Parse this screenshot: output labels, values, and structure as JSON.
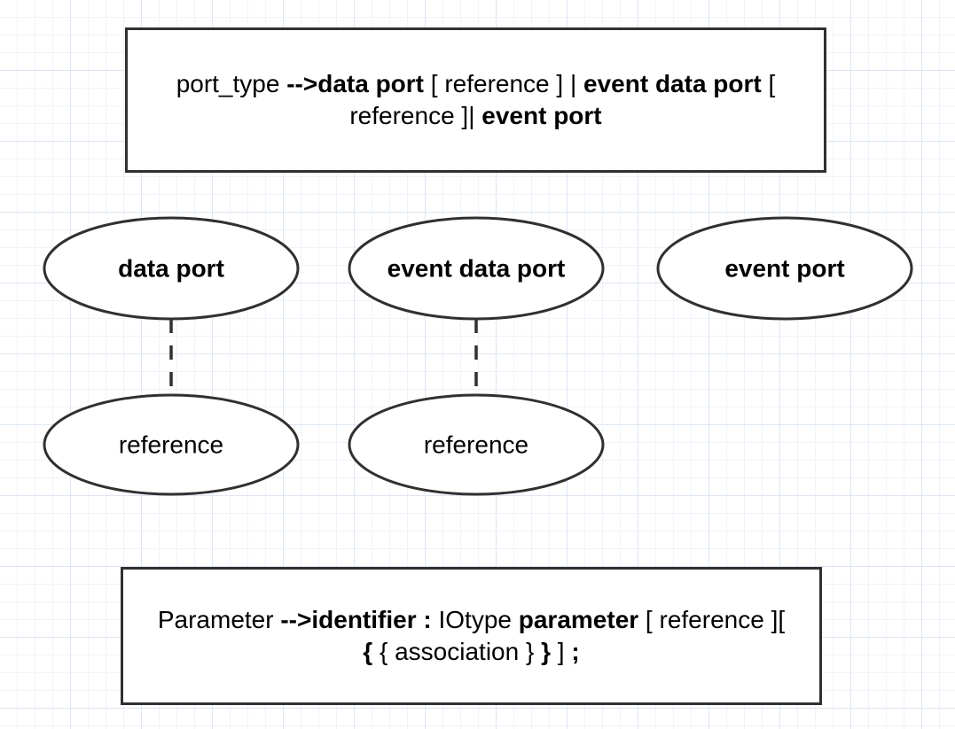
{
  "rules": {
    "port_type": {
      "p1": "port_type ",
      "p2": "-->",
      "p3": "data port",
      "p4": " [ reference ] | ",
      "p5": "event data port",
      "p6": " [ reference ]| ",
      "p7": "event port"
    },
    "parameter": {
      "p1": "Parameter ",
      "p2": "-->",
      "p3": "identifier :",
      "p4": " IOtype ",
      "p5": "parameter",
      "p6": " [ reference ][ ",
      "p7": "{",
      "p8": " { association } ",
      "p9": "}",
      "p10": " ] ",
      "p11": ";"
    }
  },
  "nodes": {
    "data_port": "data port",
    "event_data_port": "event data port",
    "event_port": "event port",
    "data_port_reference": "reference",
    "event_data_port_reference": "reference"
  },
  "colors": {
    "stroke": "#303030",
    "grid_major": "#dde6f2",
    "grid_minor": "#f0f3f9",
    "fill": "#ffffff"
  }
}
